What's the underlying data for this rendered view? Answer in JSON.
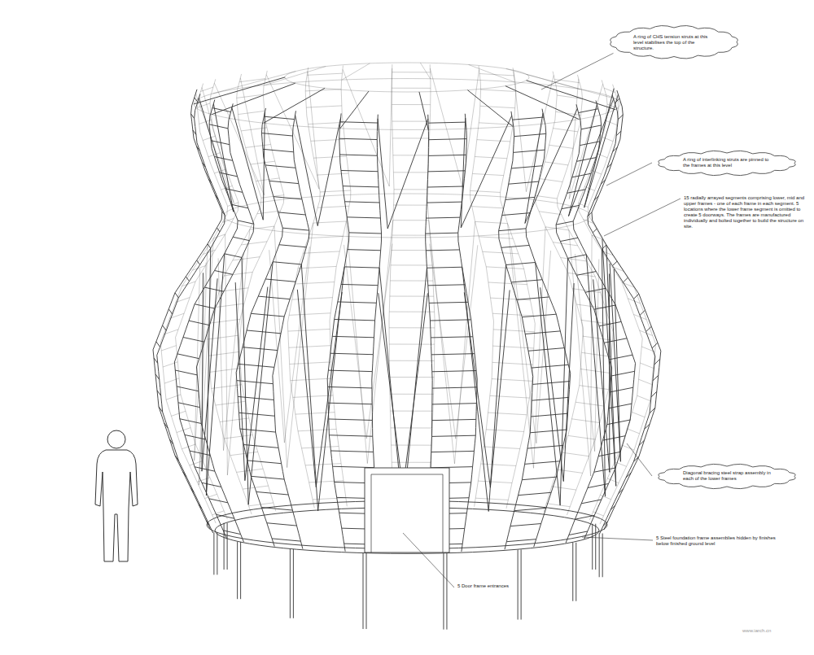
{
  "diagram": {
    "nodes": [
      {
        "text": [
          "A ring of CHS tension struts at this level stabilises the top of the structure."
        ]
      },
      {
        "text": [
          "A ring of interlinking struts are pinned to the frames at this level"
        ]
      },
      {
        "text": [
          "Diagonal bracing steel strap assembly in each of the lower frames"
        ]
      }
    ],
    "labels": [
      "15 radially arrayed segments comprising lower, mid and upper frames - one of each frame in each segment. 5 locations where the lower frame segment is omitted to create 5 doorways. The frames are manufactured individually and bolted together to build the structure on site.",
      "5 Steel foundation frame assemblies hidden by finishes below finished ground level",
      "5 Door frame entrances",
      "www.iarch.cn"
    ]
  }
}
